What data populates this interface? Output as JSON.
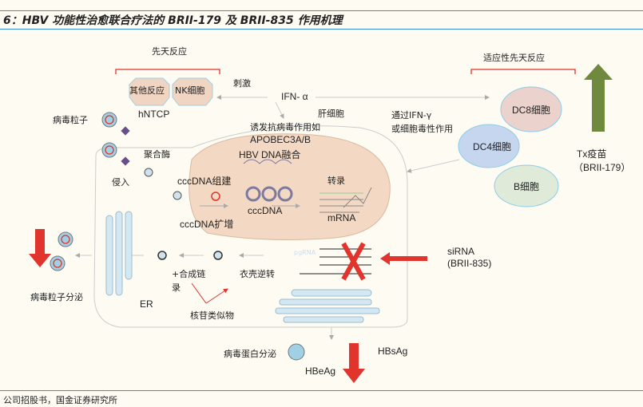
{
  "title": "6：HBV 功能性治愈联合疗法的 BRII-179 及 BRII-835 作用机理",
  "source": "公司招股书，国金证券研究所",
  "labels": {
    "innate": "先天反应",
    "other_response": "其他反应",
    "nk_cell": "NK细胞",
    "stimulate": "刺激",
    "ifn_alpha": "IFN- α",
    "hepatocyte": "肝细胞",
    "hntcp": "hNTCP",
    "virion": "病毒粒子",
    "induce": "诱发抗病毒作用如",
    "apobec": "APOBEC3A/B",
    "polymerase": "聚合酶",
    "hbv_dna_integration": "HBV DNA融合",
    "entry": "侵入",
    "cccdna_formation": "cccDNA组建",
    "transcription": "转录",
    "cccdna": "cccDNA",
    "mrna": "mRNA",
    "cccdna_amplification": "cccDNA扩增",
    "pgrna": "pgRNA",
    "adaptive": "适应性先天反应",
    "dc8": "DC8细胞",
    "dc4": "DC4细胞",
    "b_cell": "B细胞",
    "via_ifn_gamma": "通过IFN-γ",
    "cytotoxic": "或细胞毒性作用",
    "tx_vaccine": "Tx疫苗",
    "brii179": "（BRII-179）",
    "sirna": "siRNA",
    "brii835": "(BRII-835)",
    "virion_secretion": "病毒粒子分泌",
    "er": "ER",
    "plus_strand": "+合成链",
    "plus_strand2": "录",
    "uncoating": "衣壳逆转",
    "nucleoside": "核苷类似物",
    "protein_secretion": "病毒蛋白分泌",
    "hbeag": "HBeAg",
    "hbsag": "HBsAg"
  },
  "colors": {
    "red": "#e0342c",
    "green": "#6f8a3e",
    "nucleus": "#f3d9c3",
    "blue": "#9fd0e3"
  }
}
